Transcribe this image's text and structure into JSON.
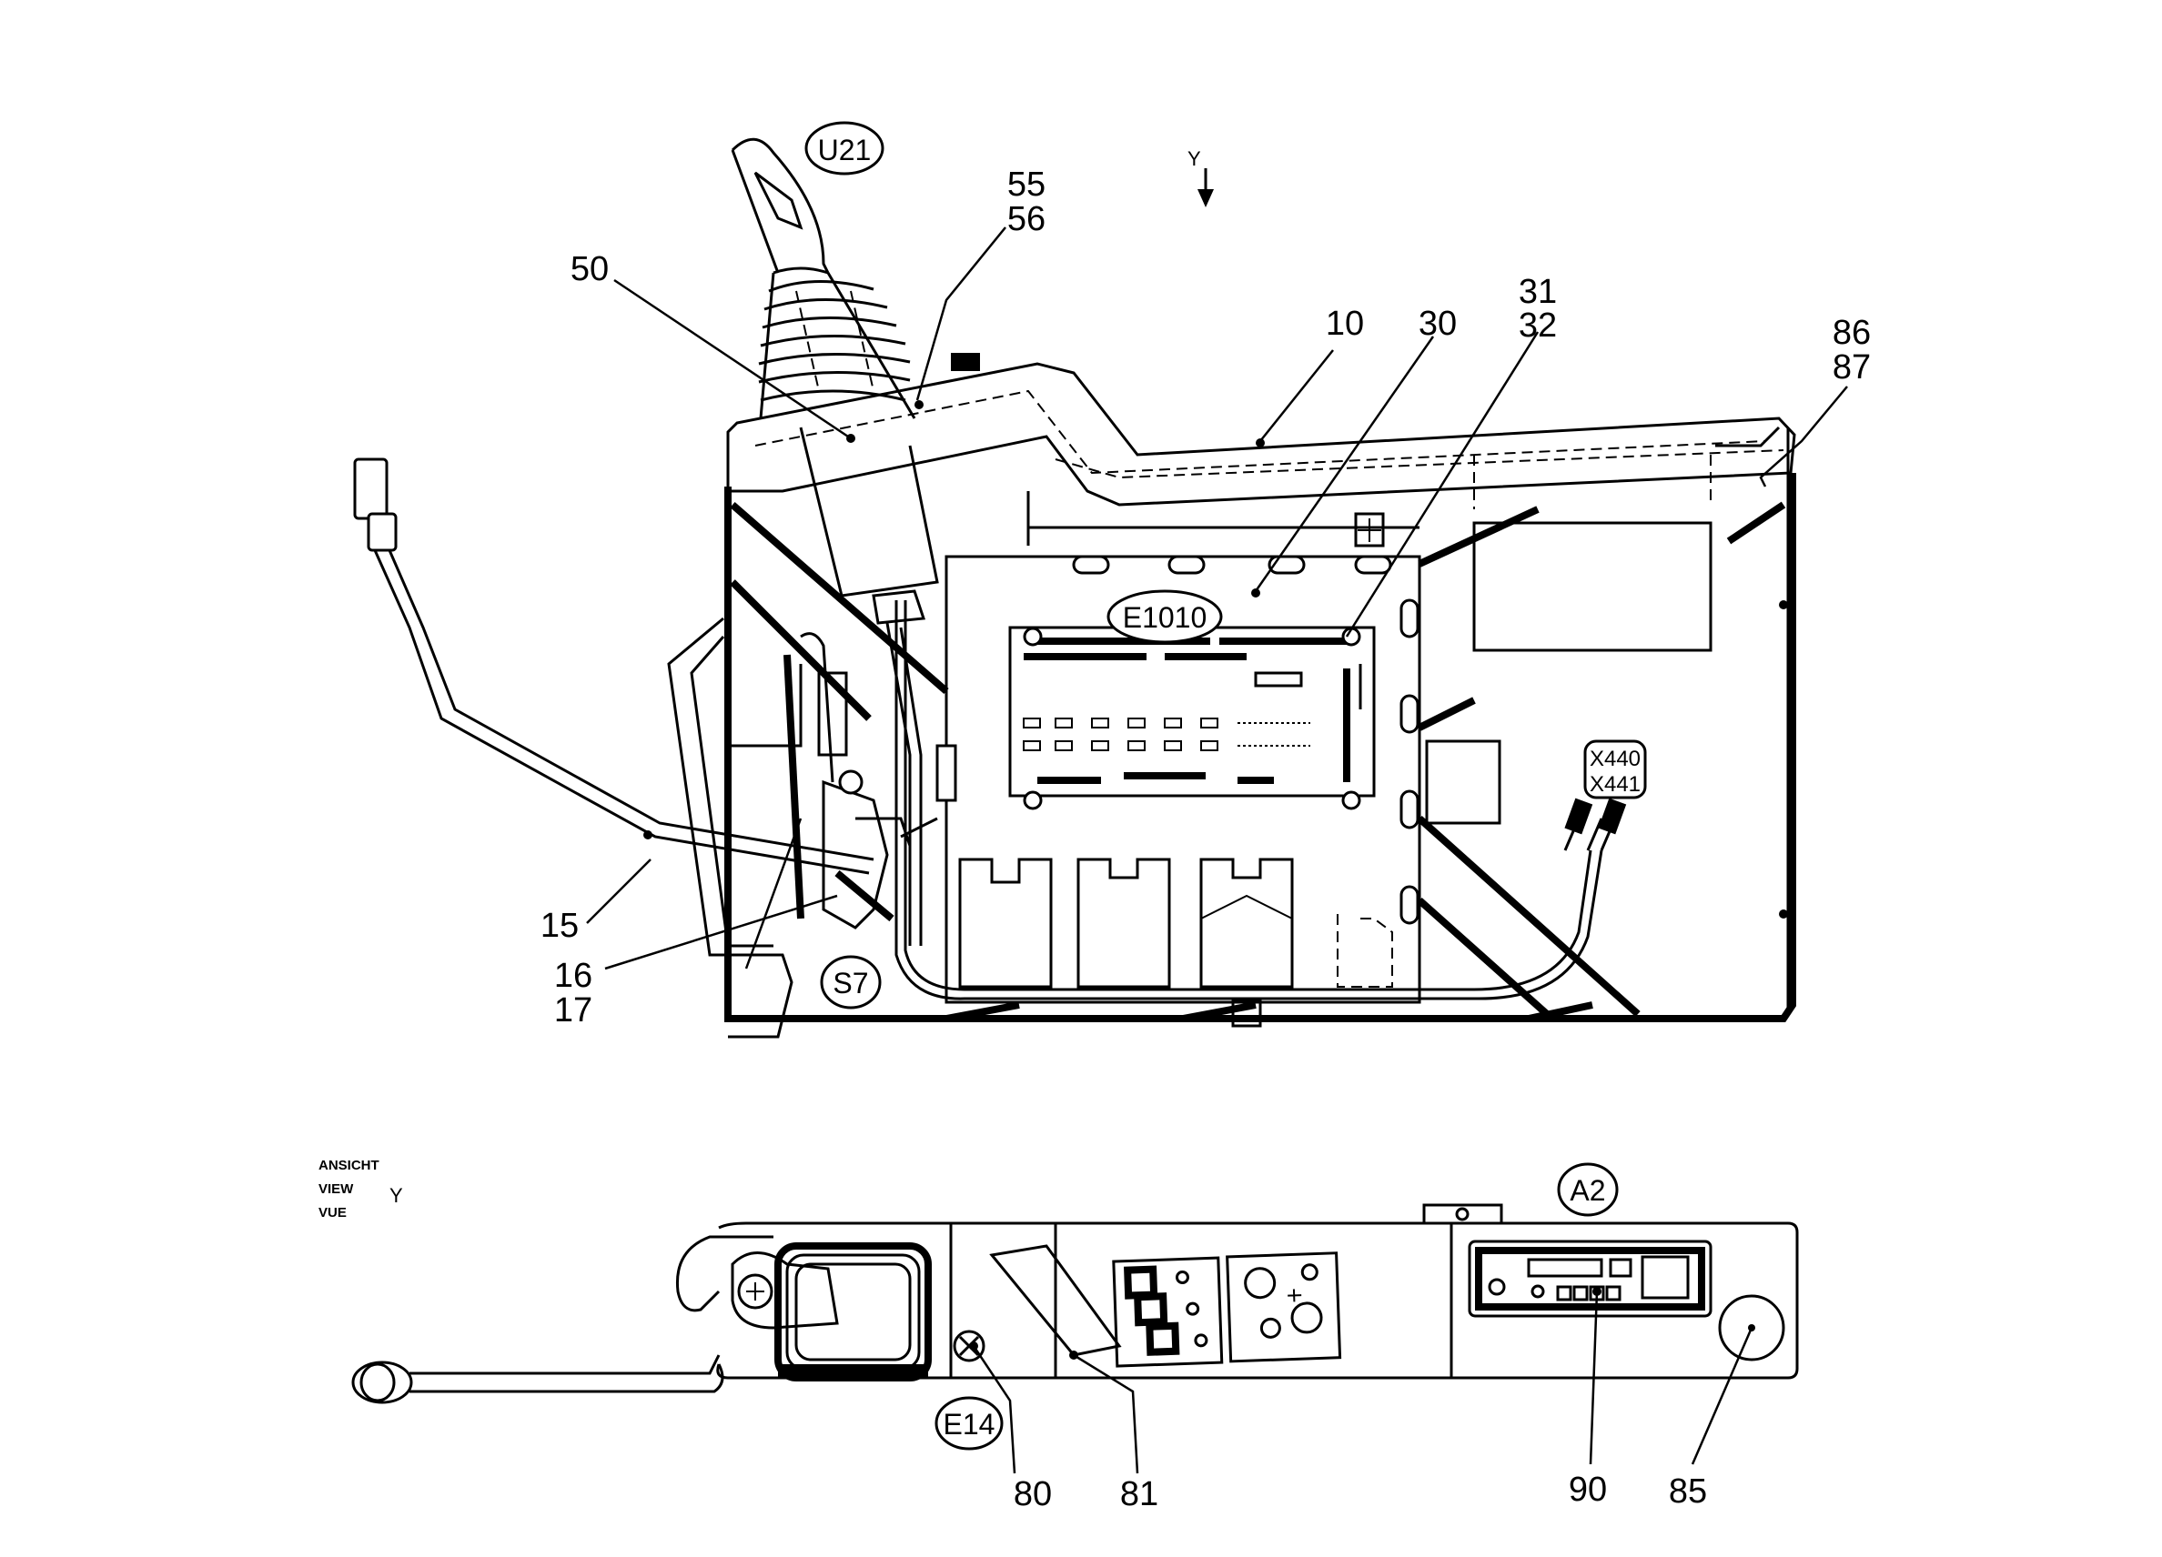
{
  "view_direction": {
    "letter": "Y"
  },
  "view_caption": {
    "lines": [
      "ANSICHT",
      "VIEW",
      "VUE"
    ],
    "letter": "Y"
  },
  "component_tags": [
    "U21",
    "E1010",
    "S7",
    "X440",
    "X441",
    "A2",
    "E14"
  ],
  "callouts_top": [
    "55",
    "56",
    "50",
    "10",
    "30",
    "31",
    "32",
    "86",
    "87",
    "15",
    "16",
    "17"
  ],
  "callouts_bottom": [
    "80",
    "81",
    "90",
    "85"
  ]
}
